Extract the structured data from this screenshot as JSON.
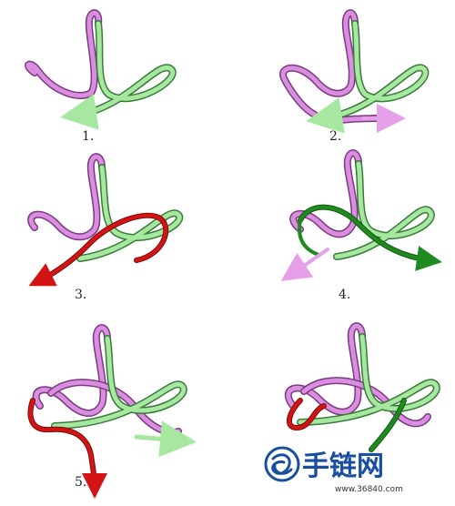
{
  "steps": [
    {
      "label": "1."
    },
    {
      "label": "2."
    },
    {
      "label": "3."
    },
    {
      "label": "4."
    },
    {
      "label": "5."
    },
    {
      "label": ""
    }
  ],
  "watermark": {
    "title": "手链网",
    "url": "www.36840.com"
  },
  "colors": {
    "pink": "#d98ee0",
    "pink_edge": "#7a3a80",
    "green": "#a6e8a0",
    "green_edge": "#3a7a3a",
    "dark_green": "#1f8a1f",
    "red": "#d41414",
    "watermark_blue": "#1a4fa0"
  }
}
